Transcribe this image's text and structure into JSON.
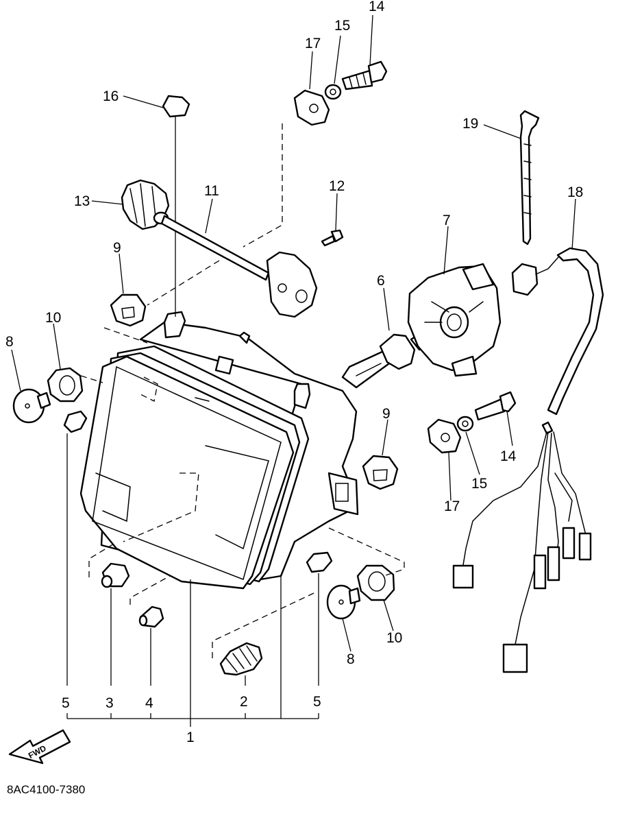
{
  "diagram": {
    "part_code": "8AC4100-7380",
    "direction_label": "FWD",
    "callouts": {
      "c1": "1",
      "c2": "2",
      "c3": "3",
      "c4": "4",
      "c5a": "5",
      "c5b": "5",
      "c6": "6",
      "c7": "7",
      "c8a": "8",
      "c8b": "8",
      "c9a": "9",
      "c9b": "9",
      "c10a": "10",
      "c10b": "10",
      "c11": "11",
      "c12": "12",
      "c13": "13",
      "c14a": "14",
      "c14b": "14",
      "c15a": "15",
      "c15b": "15",
      "c16": "16",
      "c17a": "17",
      "c17b": "17",
      "c18": "18",
      "c19": "19"
    }
  }
}
